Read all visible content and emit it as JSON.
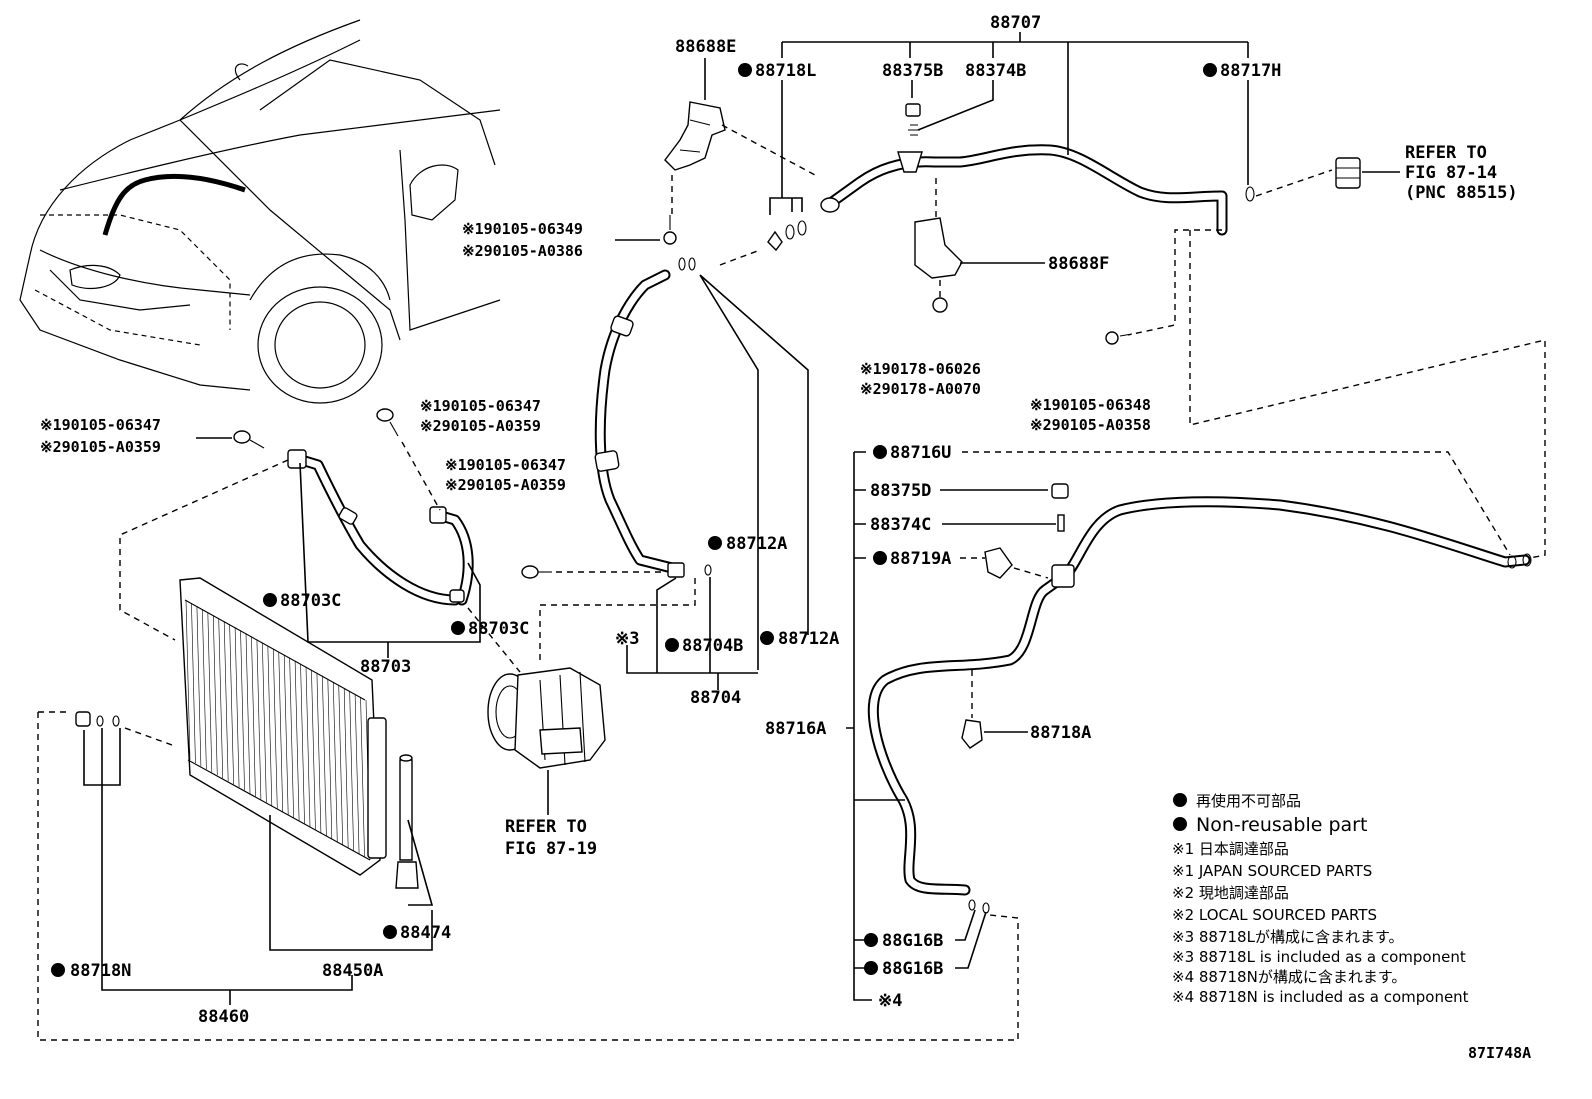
{
  "parts": {
    "p88707": "88707",
    "p88688E": "88688E",
    "p88718L": "88718L",
    "p88375B": "88375B",
    "p88374B": "88374B",
    "p88717H": "88717H",
    "refer_87_14": [
      "REFER TO",
      "FIG 87-14",
      "(PNC 88515)"
    ],
    "bolt_06349": [
      "※190105-06349",
      "※290105-A0386"
    ],
    "p88688F": "88688F",
    "bolt_06026": [
      "※190178-06026",
      "※290178-A0070"
    ],
    "bolt_06348": [
      "※190105-06348",
      "※290105-A0358"
    ],
    "bolt_06347_a": [
      "※190105-06347",
      "※290105-A0359"
    ],
    "bolt_06347_b": [
      "※190105-06347",
      "※290105-A0359"
    ],
    "bolt_06347_c": [
      "※190105-06347",
      "※290105-A0359"
    ],
    "p88716U": "88716U",
    "p88375D": "88375D",
    "p88374C": "88374C",
    "p88719A": "88719A",
    "p88712A_a": "88712A",
    "p88712A_b": "88712A",
    "p88704B": "88704B",
    "note3": "※3",
    "p88704": "88704",
    "p88703C_a": "88703C",
    "p88703C_b": "88703C",
    "p88703": "88703",
    "p88716A": "88716A",
    "p88718A": "88718A",
    "refer_87_19": [
      "REFER TO",
      "FIG 87-19"
    ],
    "p88474": "88474",
    "p88718N": "88718N",
    "p88450A": "88450A",
    "p88460": "88460",
    "p88G16B_a": "88G16B",
    "p88G16B_b": "88G16B",
    "note4": "※4",
    "figure_code": "87I748A"
  },
  "legend": {
    "jp_nonreusable": "再使用不可部品",
    "en_nonreusable": "Non-reusable part",
    "n1_jp": "※1 日本調達部品",
    "n1_en": "※1 JAPAN SOURCED PARTS",
    "n2_jp": "※2 現地調達部品",
    "n2_en": "※2 LOCAL SOURCED PARTS",
    "n3_jp": "※3 88718Lが構成に含まれます。",
    "n3_en": "※3 88718L is included as a component",
    "n4_jp": "※4 88718Nが構成に含まれます。",
    "n4_en": "※4 88718N is included as a component"
  }
}
